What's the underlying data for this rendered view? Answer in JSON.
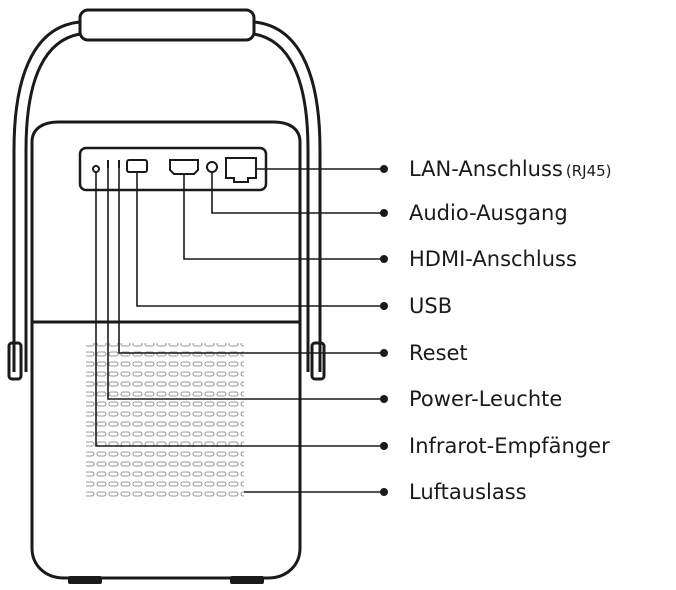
{
  "labels": [
    {
      "id": "lan",
      "text": "LAN-Anschluss",
      "suffix": "(RJ45)"
    },
    {
      "id": "audio",
      "text": "Audio-Ausgang"
    },
    {
      "id": "hdmi",
      "text": "HDMI-Anschluss"
    },
    {
      "id": "usb",
      "text": "USB"
    },
    {
      "id": "reset",
      "text": "Reset"
    },
    {
      "id": "power",
      "text": "Power-Leuchte"
    },
    {
      "id": "ir",
      "text": "Infrarot-Empfänger"
    },
    {
      "id": "air",
      "text": "Luftauslass"
    }
  ],
  "colors": {
    "line": "#1a1a1a",
    "background": "#ffffff"
  }
}
